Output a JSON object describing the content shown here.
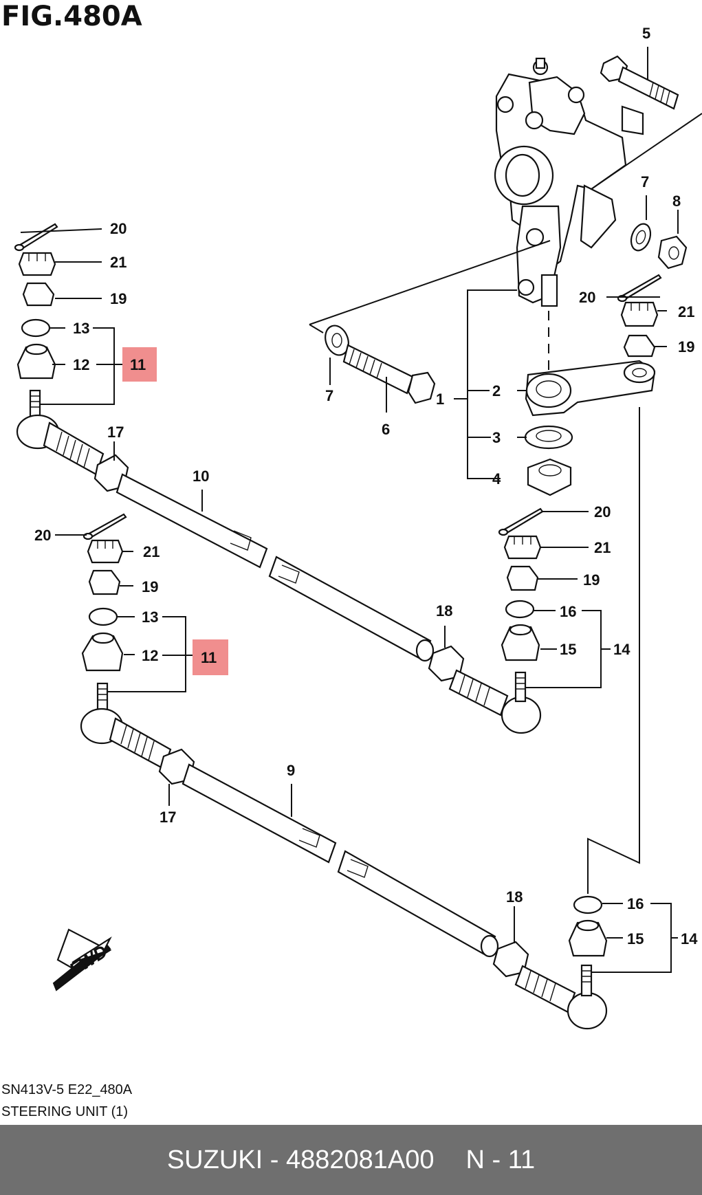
{
  "figure": {
    "title": "FIG.480A"
  },
  "callouts": {
    "c1": "1",
    "c2": "2",
    "c3": "3",
    "c4": "4",
    "c5": "5",
    "c6": "6",
    "c7": "7",
    "c8": "8",
    "c9": "9",
    "c10": "10",
    "c11": "11",
    "c12": "12",
    "c13": "13",
    "c14": "14",
    "c15": "15",
    "c16": "16",
    "c17": "17",
    "c18": "18",
    "c19": "19",
    "c20": "20",
    "c21": "21"
  },
  "highlight_color": "#f08e8e",
  "fwd_label": "FWD",
  "diagram_code": "SN413V-5 E22_480A",
  "caption": "STEERING UNIT (1)",
  "footer": {
    "part_info": "SUZUKI - 4882081A00",
    "page": "N - 11"
  }
}
